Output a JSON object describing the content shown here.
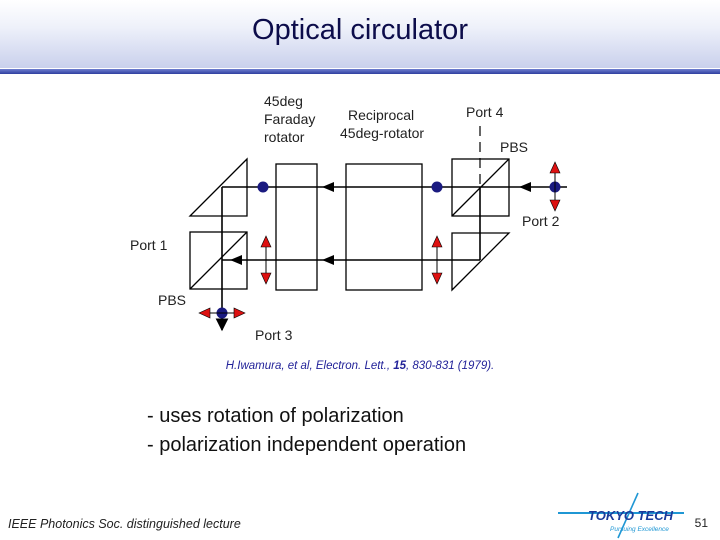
{
  "slide": {
    "title": "Optical circulator"
  },
  "diagram": {
    "labels": {
      "faraday": [
        "45deg",
        "Faraday",
        "rotator"
      ],
      "reciprocal": [
        "Reciprocal",
        "45deg-rotator"
      ],
      "port1": "Port 1",
      "port2": "Port 2",
      "port3": "Port 3",
      "port4": "Port 4",
      "pbs_right": "PBS",
      "pbs_left": "PBS"
    }
  },
  "citation": {
    "prefix": "H.Iwamura, et al, Electron. Lett., ",
    "volume": "15",
    "suffix": ", 830-831 (1979)."
  },
  "bullets": [
    "- uses rotation of polarization",
    "- polarization independent operation"
  ],
  "footer": {
    "text": "IEEE Photonics Soc. distinguished lecture",
    "page": "51"
  },
  "logo": {
    "name": "TOKYO TECH",
    "tagline": "Pursuing Excellence"
  },
  "colors": {
    "accent_blue": "#1a1a80",
    "red_arrow": "#dd1111",
    "logo_blue": "#1f97d4"
  }
}
